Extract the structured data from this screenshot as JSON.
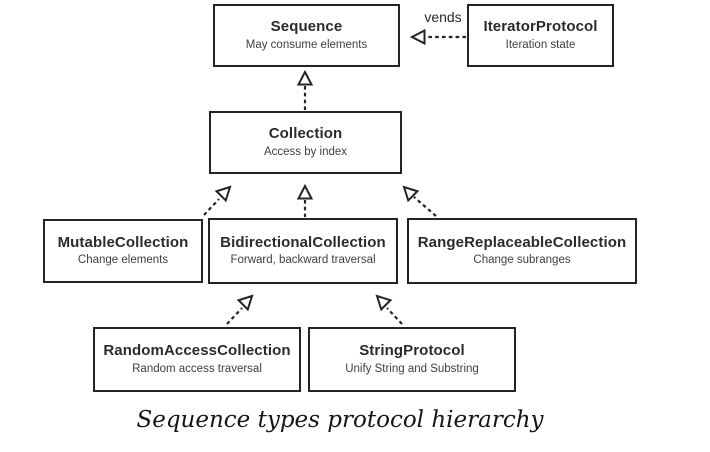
{
  "diagram": {
    "caption": "Sequence types protocol hierarchy",
    "colors": {
      "border": "#242424",
      "title_text": "#2b2b2b",
      "subtitle_text": "#3f3f3f",
      "background": "#ffffff"
    },
    "nodes": [
      {
        "id": "sequence",
        "title": "Sequence",
        "subtitle": "May consume elements"
      },
      {
        "id": "iterator-protocol",
        "title": "IteratorProtocol",
        "subtitle": "Iteration state"
      },
      {
        "id": "collection",
        "title": "Collection",
        "subtitle": "Access by index"
      },
      {
        "id": "mutable-collection",
        "title": "MutableCollection",
        "subtitle": "Change elements"
      },
      {
        "id": "bidirectional-collection",
        "title": "BidirectionalCollection",
        "subtitle": "Forward, backward traversal"
      },
      {
        "id": "range-replaceable-collection",
        "title": "RangeReplaceableCollection",
        "subtitle": "Change subranges"
      },
      {
        "id": "random-access-collection",
        "title": "RandomAccessCollection",
        "subtitle": "Random access traversal"
      },
      {
        "id": "string-protocol",
        "title": "StringProtocol",
        "subtitle": "Unify String and Substring"
      }
    ],
    "edges": [
      {
        "from": "iterator-protocol",
        "to": "sequence",
        "style": "dashed-open-triangle",
        "label": "vends"
      },
      {
        "from": "collection",
        "to": "sequence",
        "style": "dashed-open-triangle",
        "label": ""
      },
      {
        "from": "mutable-collection",
        "to": "collection",
        "style": "dashed-open-triangle",
        "label": ""
      },
      {
        "from": "bidirectional-collection",
        "to": "collection",
        "style": "dashed-open-triangle",
        "label": ""
      },
      {
        "from": "range-replaceable-collection",
        "to": "collection",
        "style": "dashed-open-triangle",
        "label": ""
      },
      {
        "from": "random-access-collection",
        "to": "bidirectional-collection",
        "style": "dashed-open-triangle",
        "label": ""
      },
      {
        "from": "string-protocol",
        "to": "bidirectional-collection",
        "style": "dashed-open-triangle",
        "label": ""
      }
    ],
    "vends_label": "vends"
  }
}
